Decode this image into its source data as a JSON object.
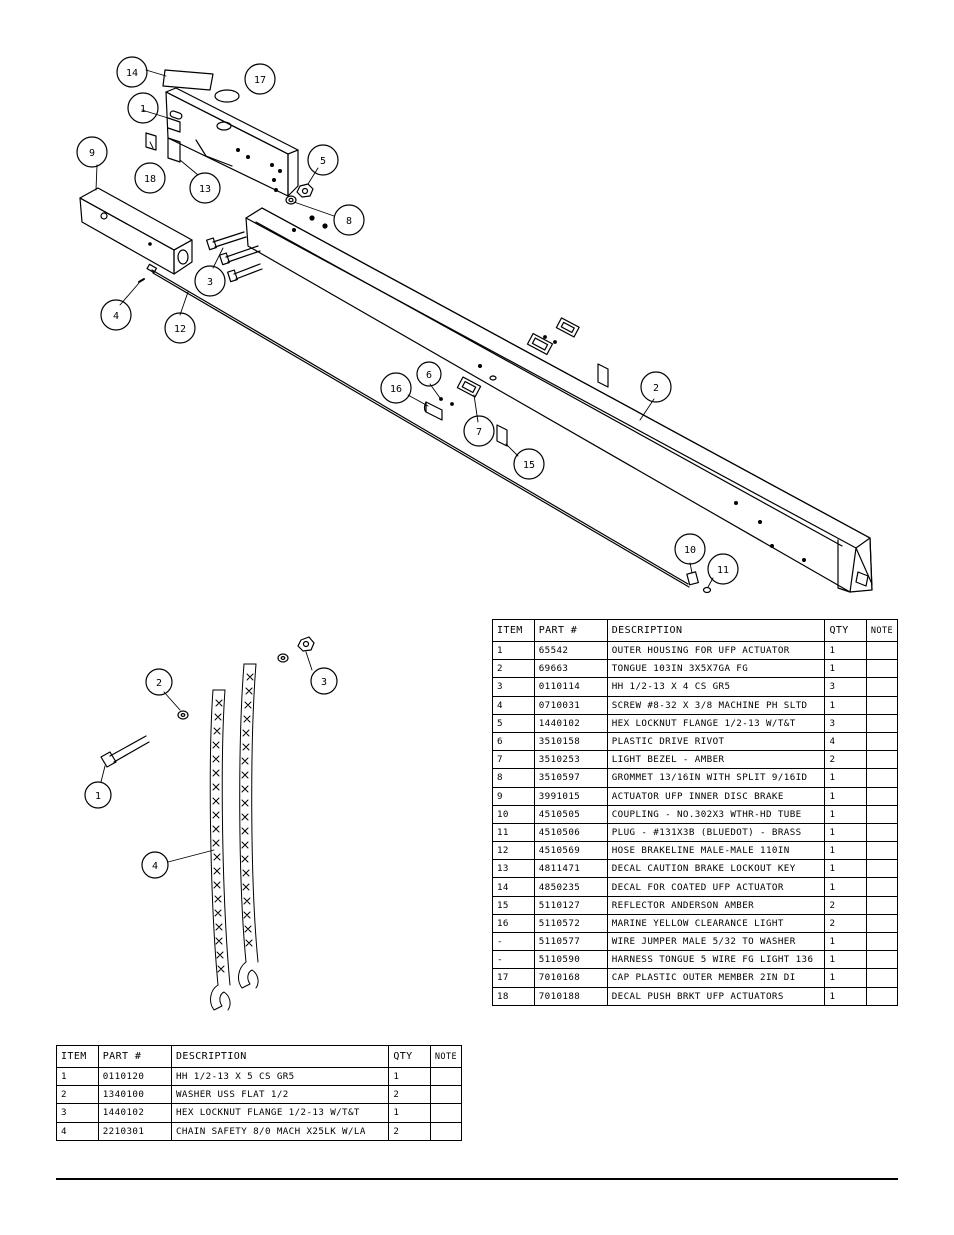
{
  "callouts_upper": [
    "14",
    "17",
    "1",
    "18",
    "13",
    "9",
    "5",
    "8",
    "3",
    "4",
    "12",
    "16",
    "6",
    "7",
    "15",
    "2",
    "10",
    "11"
  ],
  "callouts_lower": [
    "2",
    "3",
    "1",
    "4"
  ],
  "main_table": {
    "headers": [
      "ITEM",
      "PART #",
      "DESCRIPTION",
      "QTY",
      "NOTE"
    ],
    "rows": [
      [
        "1",
        "65542",
        "OUTER HOUSING FOR UFP ACTUATOR",
        "1",
        ""
      ],
      [
        "2",
        "69663",
        "TONGUE 103IN 3X5X7GA FG",
        "1",
        ""
      ],
      [
        "3",
        "0110114",
        "HH 1/2-13 X 4 CS GR5",
        "3",
        ""
      ],
      [
        "4",
        "0710031",
        "SCREW #8-32 X 3/8 MACHINE PH SLTD",
        "1",
        ""
      ],
      [
        "5",
        "1440102",
        "HEX LOCKNUT FLANGE 1/2-13 W/T&T",
        "3",
        ""
      ],
      [
        "6",
        "3510158",
        "PLASTIC DRIVE RIVOT",
        "4",
        ""
      ],
      [
        "7",
        "3510253",
        "LIGHT BEZEL - AMBER",
        "2",
        ""
      ],
      [
        "8",
        "3510597",
        "GROMMET 13/16IN  WITH SPLIT 9/16ID",
        "1",
        ""
      ],
      [
        "9",
        "3991015",
        "ACTUATOR UFP INNER  DISC BRAKE",
        "1",
        ""
      ],
      [
        "10",
        "4510505",
        "COUPLING - NO.302X3 WTHR-HD TUBE",
        "1",
        ""
      ],
      [
        "11",
        "4510506",
        "PLUG - #131X3B (BLUEDOT) - BRASS",
        "1",
        ""
      ],
      [
        "12",
        "4510569",
        "HOSE BRAKELINE MALE-MALE 110IN",
        "1",
        ""
      ],
      [
        "13",
        "4811471",
        "DECAL CAUTION BRAKE LOCKOUT KEY",
        "1",
        ""
      ],
      [
        "14",
        "4850235",
        "DECAL FOR COATED UFP ACTUATOR",
        "1",
        ""
      ],
      [
        "15",
        "5110127",
        "REFLECTOR ANDERSON AMBER",
        "2",
        ""
      ],
      [
        "16",
        "5110572",
        "MARINE YELLOW CLEARANCE LIGHT",
        "2",
        ""
      ],
      [
        "-",
        "5110577",
        "WIRE JUMPER MALE 5/32 TO WASHER",
        "1",
        ""
      ],
      [
        "-",
        "5110590",
        "HARNESS TONGUE 5 WIRE FG LIGHT 136",
        "1",
        ""
      ],
      [
        "17",
        "7010168",
        "CAP  PLASTIC OUTER MEMBER 2IN DI",
        "1",
        ""
      ],
      [
        "18",
        "7010188",
        "DECAL PUSH BRKT UFP ACTUATORS",
        "1",
        ""
      ]
    ]
  },
  "chain_table": {
    "headers": [
      "ITEM",
      "PART #",
      "DESCRIPTION",
      "QTY",
      "NOTE"
    ],
    "rows": [
      [
        "1",
        "0110120",
        "HH 1/2-13 X 5 CS GR5",
        "1",
        ""
      ],
      [
        "2",
        "1340100",
        "WASHER USS FLAT 1/2",
        "2",
        ""
      ],
      [
        "3",
        "1440102",
        "HEX LOCKNUT FLANGE 1/2-13 W/T&T",
        "1",
        ""
      ],
      [
        "4",
        "2210301",
        "CHAIN SAFETY 8/0 MACH X25LK W/LA",
        "2",
        ""
      ]
    ]
  }
}
